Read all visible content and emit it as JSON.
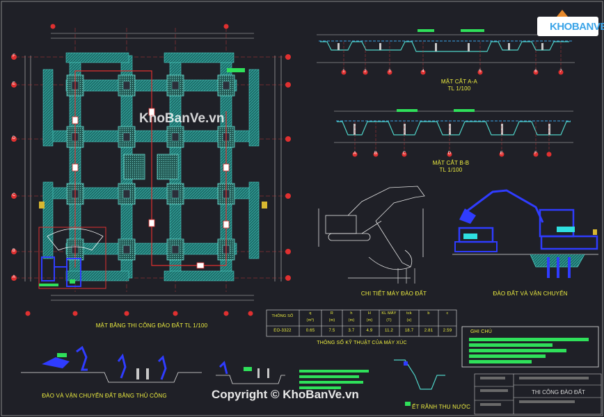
{
  "logo": {
    "text": "KHOBANVE"
  },
  "watermarks": {
    "center": "KhoBanVe.vn",
    "copyright": "Copyright © KhoBanVe.vn"
  },
  "plan": {
    "title": "MẶT BẰNG THI CÔNG ĐÀO ĐẤT TL 1/100"
  },
  "section_aa": {
    "title": "MẶT CẮT A-A",
    "scale": "TL 1/100"
  },
  "section_bb": {
    "title": "MẶT CẮT B-B",
    "scale": "TL 1/100"
  },
  "excavator_detail": {
    "title": "CHI TIẾT MÁY ĐÀO ĐẤT"
  },
  "excavation_transport": {
    "title": "ĐÀO ĐẤT VÀ VẬN CHUYỂN"
  },
  "manual_work": {
    "title": "ĐÀO VÀ VẬN CHUYỂN ĐẤT BẰNG THỦ CÔNG"
  },
  "drainage": {
    "title": "ẾT RÃNH THU NƯỚC"
  },
  "specs_table": {
    "title": "THÔNG SỐ KỸ THUẬT CỦA MÁY XÚC",
    "headers": [
      "THÔNG SỐ",
      "q",
      "R",
      "h",
      "H",
      "KL MÁY",
      "tck",
      "b",
      "c"
    ],
    "units": [
      "",
      "(m³)",
      "(m)",
      "(m)",
      "(m)",
      "(T)",
      "(s)",
      "",
      ""
    ],
    "row": [
      "EO-3322",
      "0.65",
      "7.5",
      "3.7",
      "4.9",
      "11.2",
      "18.7",
      "2.81",
      "2.59"
    ]
  },
  "notes": {
    "heading": "GHI CHÚ"
  },
  "title_block": {
    "drawing_title": "THI CÔNG ĐÀO ĐẤT"
  },
  "grid_bubbles": {
    "plan_letters_left": [
      "F",
      "E",
      "D",
      "C",
      "B",
      "A"
    ],
    "section_aa_axes": [
      "1",
      "2",
      "3",
      "4",
      "5",
      "6",
      "7"
    ],
    "section_bb_axes": [
      "A",
      "B",
      "C",
      "D",
      "E",
      "F"
    ]
  },
  "colors": {
    "background": "#1f2027",
    "label": "#f0f040",
    "grid_red": "#e03030",
    "footing": "#2aa5a0",
    "excavator": "#2f3cff",
    "highlight_green": "#2fe05a"
  }
}
